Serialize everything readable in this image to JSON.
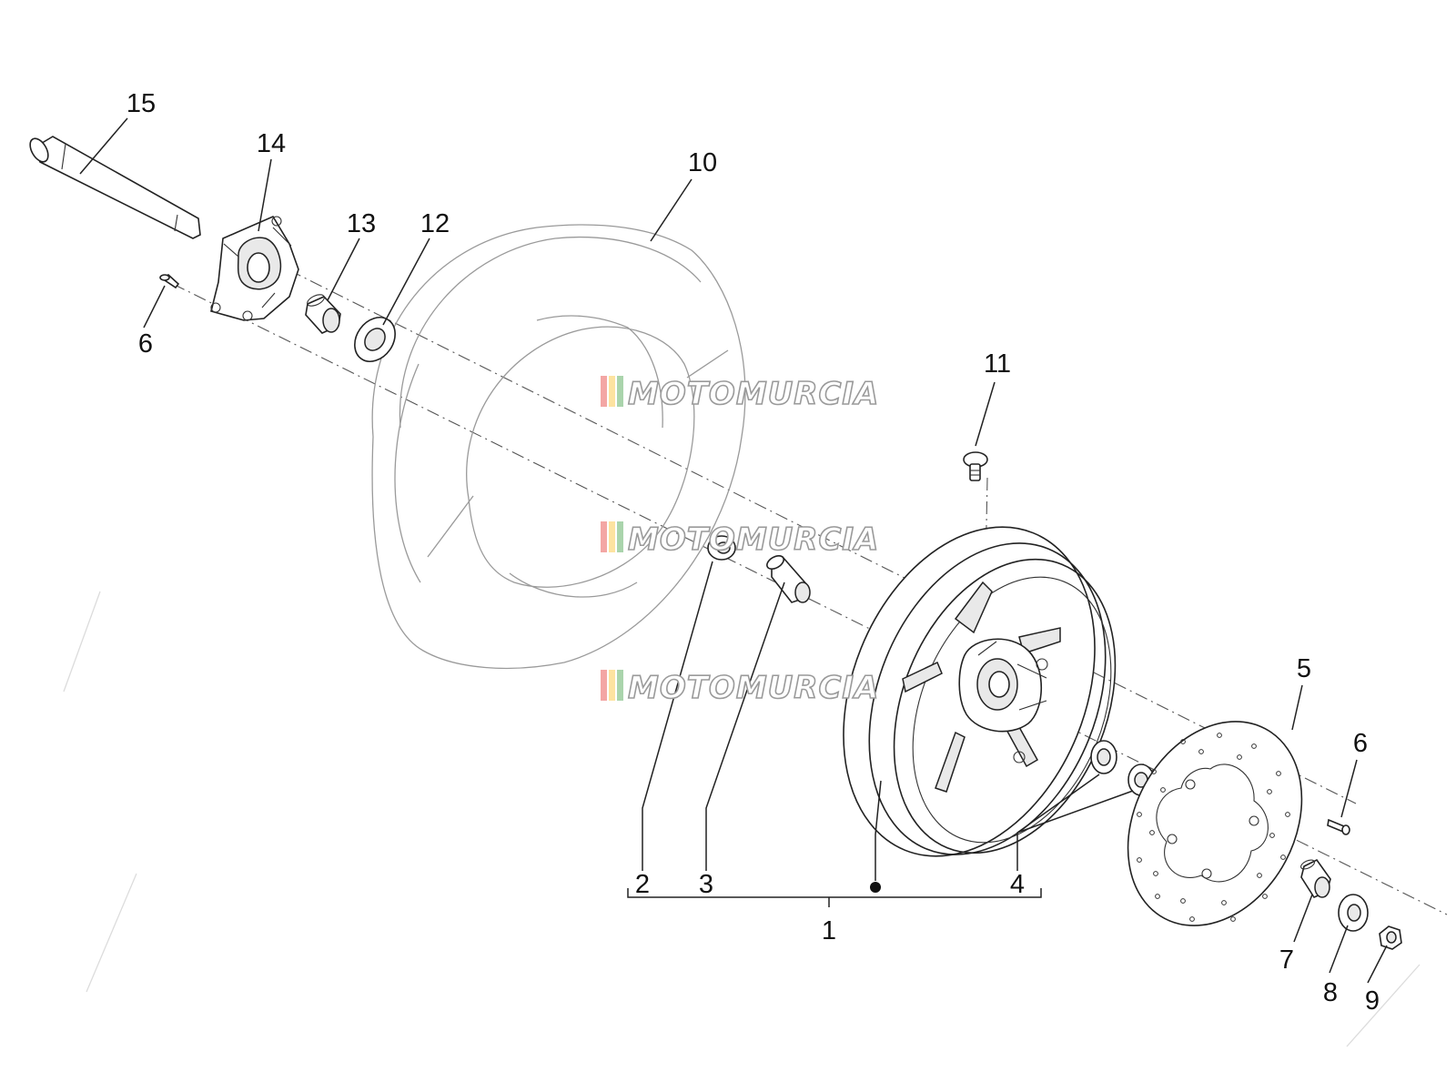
{
  "labels": {
    "p1": "1",
    "p2": "2",
    "p3": "3",
    "p4": "4",
    "p5": "5",
    "p6a": "6",
    "p6b": "6",
    "p7": "7",
    "p8": "8",
    "p9": "9",
    "p10": "10",
    "p11": "11",
    "p12": "12",
    "p13": "13",
    "p14": "14",
    "p15": "15"
  },
  "watermark": {
    "text": "MOTOMURCIA",
    "stripe_colors": [
      "#e53935",
      "#fbc02d",
      "#43a047"
    ]
  }
}
